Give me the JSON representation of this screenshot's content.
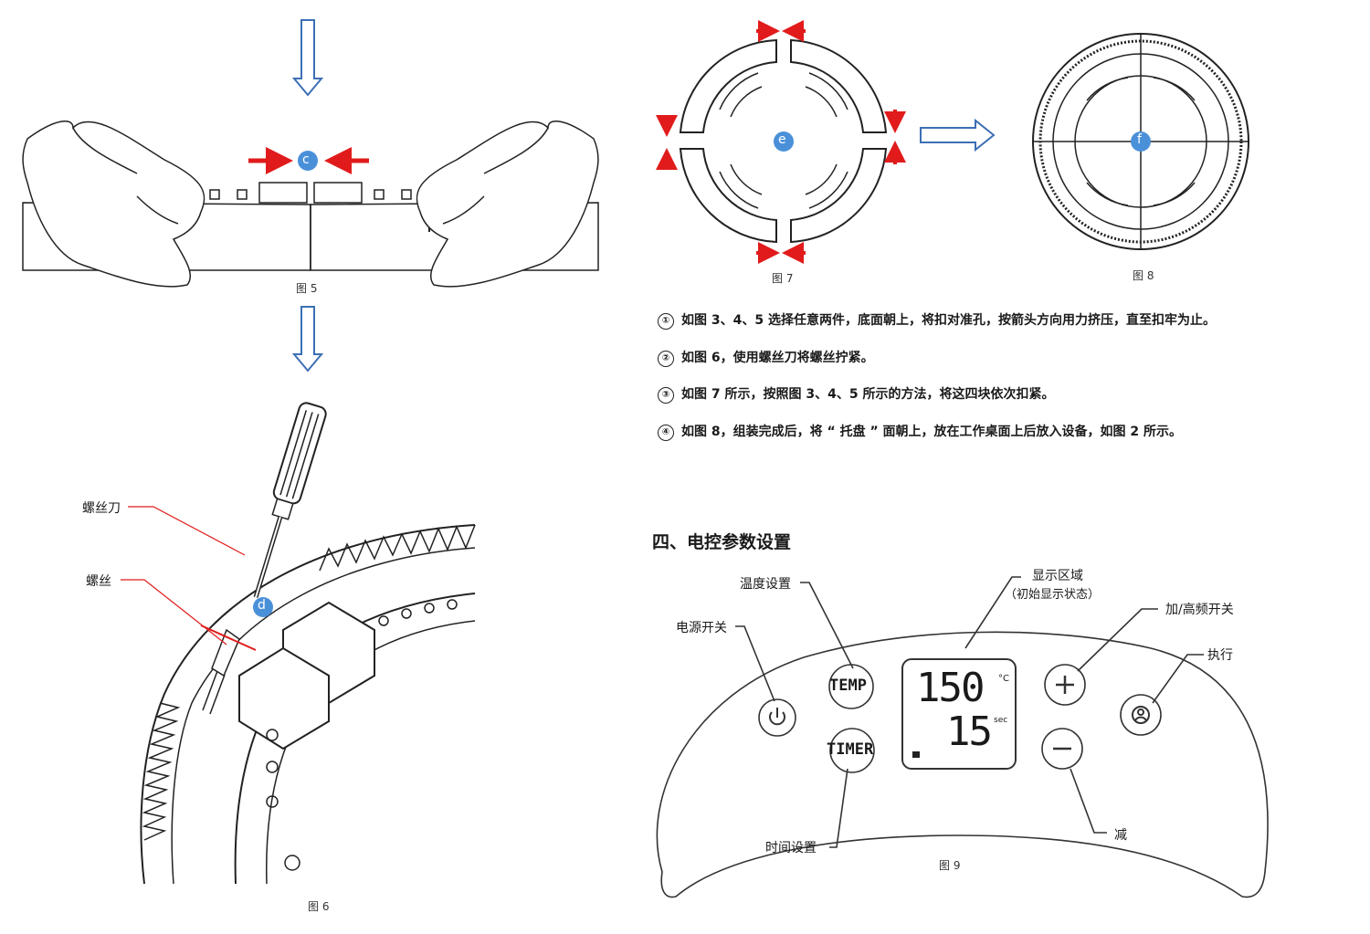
{
  "figures": {
    "fig5": {
      "caption": "图 5",
      "marker": "c"
    },
    "fig6": {
      "caption": "图 6",
      "marker": "d",
      "screwdriver_label": "螺丝刀",
      "screw_label": "螺丝"
    },
    "fig7": {
      "caption": "图 7",
      "marker": "e"
    },
    "fig8": {
      "caption": "图 8",
      "marker": "f"
    },
    "fig9": {
      "caption": "图 9"
    }
  },
  "steps": [
    {
      "num": "①",
      "text": "如图 3、4、5 选择任意两件，底面朝上，将扣对准孔，按箭头方向用力挤压，直至扣牢为止。"
    },
    {
      "num": "②",
      "text": "如图 6，使用螺丝刀将螺丝拧紧。"
    },
    {
      "num": "③",
      "text": "如图 7 所示，按照图 3、4、5 所示的方法，将这四块依次扣紧。"
    },
    {
      "num": "④",
      "text": "如图 8，组装完成后，将 “ 托盘 ” 面朝上，放在工作桌面上后放入设备，如图 2 所示。"
    }
  ],
  "control_panel": {
    "section_title": "四、电控参数设置",
    "labels": {
      "temp_setting": "温度设置",
      "display_area": "显示区域",
      "display_sub": "（初始显示状态）",
      "power_switch": "电源开关",
      "plus_switch": "加/高频开关",
      "execute": "执行",
      "time_setting": "时间设置",
      "minus": "减"
    },
    "buttons": {
      "temp": "TEMP",
      "timer": "TIMER"
    },
    "display": {
      "temperature": "150",
      "temp_unit": "°C",
      "time": "15",
      "time_unit": "sec"
    }
  },
  "colors": {
    "arrow_red": "#e11b1b",
    "arrow_blue": "#3c6fb4",
    "marker_blue": "#4a90d9"
  }
}
